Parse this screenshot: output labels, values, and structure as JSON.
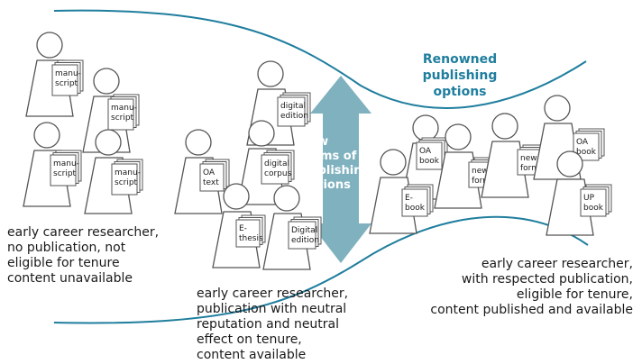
{
  "renowned_label": [
    "Renowned",
    "publishing",
    "options"
  ],
  "arrow_label": [
    "new",
    "forms of",
    "publishing",
    "options"
  ],
  "captions": {
    "left": [
      "early career researcher,",
      "no publication, not",
      "eligible for tenure",
      "content unavailable"
    ],
    "middle": [
      "early career researcher,",
      "publication with neutral",
      "reputation and neutral",
      "effect on tenure,",
      "content available"
    ],
    "right": [
      "early career researcher,",
      "with respected publication,",
      "eligible for tenure,",
      "content published and available"
    ]
  },
  "documents": [
    {
      "id": "manuscript-1",
      "lines": [
        "manu-",
        "script"
      ]
    },
    {
      "id": "manuscript-2",
      "lines": [
        "manu-",
        "script"
      ]
    },
    {
      "id": "manuscript-3",
      "lines": [
        "manu-",
        "script"
      ]
    },
    {
      "id": "manuscript-4",
      "lines": [
        "manu-",
        "script"
      ]
    },
    {
      "id": "oa-text",
      "lines": [
        "OA",
        "text"
      ]
    },
    {
      "id": "digital-edition-1",
      "lines": [
        "digital",
        "edition"
      ]
    },
    {
      "id": "digital-corpus",
      "lines": [
        "digital",
        "corpus"
      ]
    },
    {
      "id": "e-thesis",
      "lines": [
        "E-",
        "thesis"
      ]
    },
    {
      "id": "digital-edition-2",
      "lines": [
        "Digital",
        "edition"
      ]
    },
    {
      "id": "oa-book-1",
      "lines": [
        "OA",
        "book"
      ]
    },
    {
      "id": "e-book",
      "lines": [
        "E-",
        "book"
      ]
    },
    {
      "id": "new-format-1",
      "lines": [
        "new",
        "format"
      ]
    },
    {
      "id": "new-format-2",
      "lines": [
        "new",
        "format"
      ]
    },
    {
      "id": "oa-book-2",
      "lines": [
        "OA",
        "book"
      ]
    },
    {
      "id": "up-book",
      "lines": [
        "UP",
        "book"
      ]
    }
  ],
  "colors": {
    "curve": "#1f7e9e",
    "arrow": "#7fb1bf",
    "renowned_text": "#1f7e9e",
    "outline": "#555555",
    "text": "#1a1a1a"
  }
}
